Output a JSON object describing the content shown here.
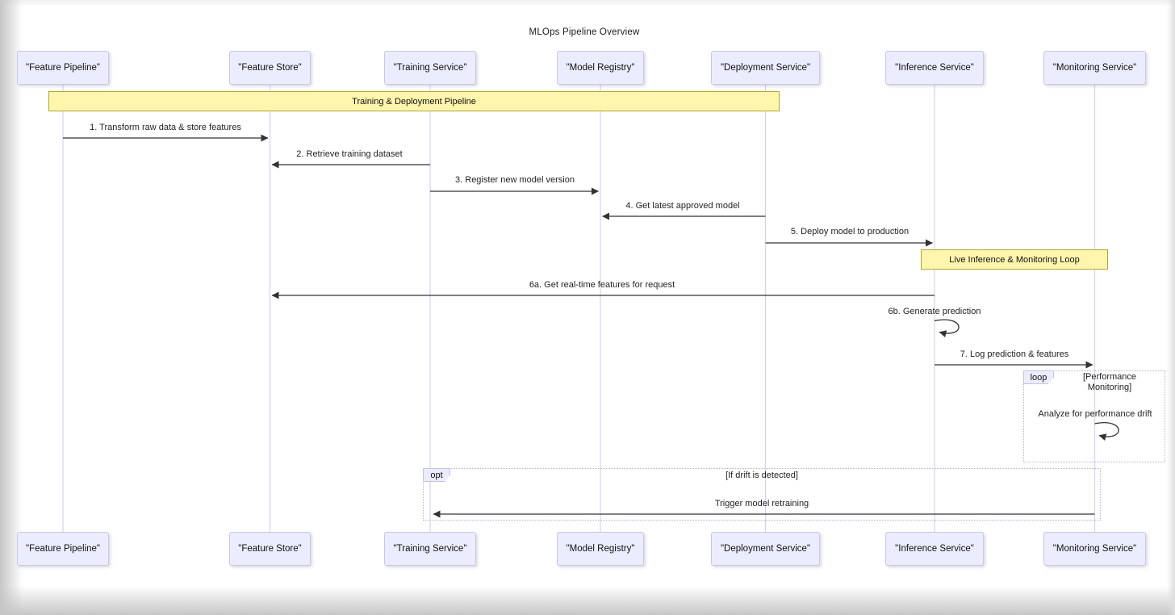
{
  "title": "MLOps Pipeline Overview",
  "actors": [
    {
      "label": "\"Feature Pipeline\""
    },
    {
      "label": "\"Feature Store\""
    },
    {
      "label": "\"Training Service\""
    },
    {
      "label": "\"Model Registry\""
    },
    {
      "label": "\"Deployment Service\""
    },
    {
      "label": "\"Inference Service\""
    },
    {
      "label": "\"Monitoring Service\""
    }
  ],
  "notes": [
    {
      "text": "Training & Deployment Pipeline",
      "span": "Feature Pipeline to Deployment Service"
    },
    {
      "text": "Live Inference & Monitoring Loop",
      "span": "Inference Service to Monitoring Service"
    }
  ],
  "messages": [
    {
      "text": "1. Transform raw data & store features",
      "from": "Feature Pipeline",
      "to": "Feature Store",
      "type": "solid-arrow"
    },
    {
      "text": "2. Retrieve training dataset",
      "from": "Training Service",
      "to": "Feature Store",
      "type": "solid-arrow"
    },
    {
      "text": "3. Register new model version",
      "from": "Training Service",
      "to": "Model Registry",
      "type": "solid-arrow"
    },
    {
      "text": "4. Get latest approved model",
      "from": "Deployment Service",
      "to": "Model Registry",
      "type": "solid-arrow"
    },
    {
      "text": "5. Deploy model to production",
      "from": "Deployment Service",
      "to": "Inference Service",
      "type": "solid-arrow"
    },
    {
      "text": "6a. Get real-time features for request",
      "from": "Inference Service",
      "to": "Feature Store",
      "type": "solid-arrow"
    },
    {
      "text": "6b. Generate prediction",
      "from": "Inference Service",
      "to": "Inference Service",
      "type": "self-loop"
    },
    {
      "text": "7. Log prediction & features",
      "from": "Inference Service",
      "to": "Monitoring Service",
      "type": "solid-arrow"
    },
    {
      "text": "Analyze for performance drift",
      "from": "Monitoring Service",
      "to": "Monitoring Service",
      "type": "self-loop"
    },
    {
      "text": "Trigger model retraining",
      "from": "Monitoring Service",
      "to": "Training Service",
      "type": "solid-arrow"
    }
  ],
  "fragments": {
    "loop": {
      "label": "loop",
      "condition": [
        "[Performance",
        "Monitoring]"
      ]
    },
    "opt": {
      "label": "opt",
      "condition": "[If drift is detected]"
    }
  },
  "colors": {
    "actor_fill": "#ECECFF",
    "actor_border": "#c9c6ea",
    "note_fill": "#fff5ad",
    "note_border": "#aaaa33",
    "lifeline": "#d6d2ec",
    "arrow": "#333333",
    "fragment_border": "#b3b3dd",
    "text": "#1f1f1f"
  }
}
